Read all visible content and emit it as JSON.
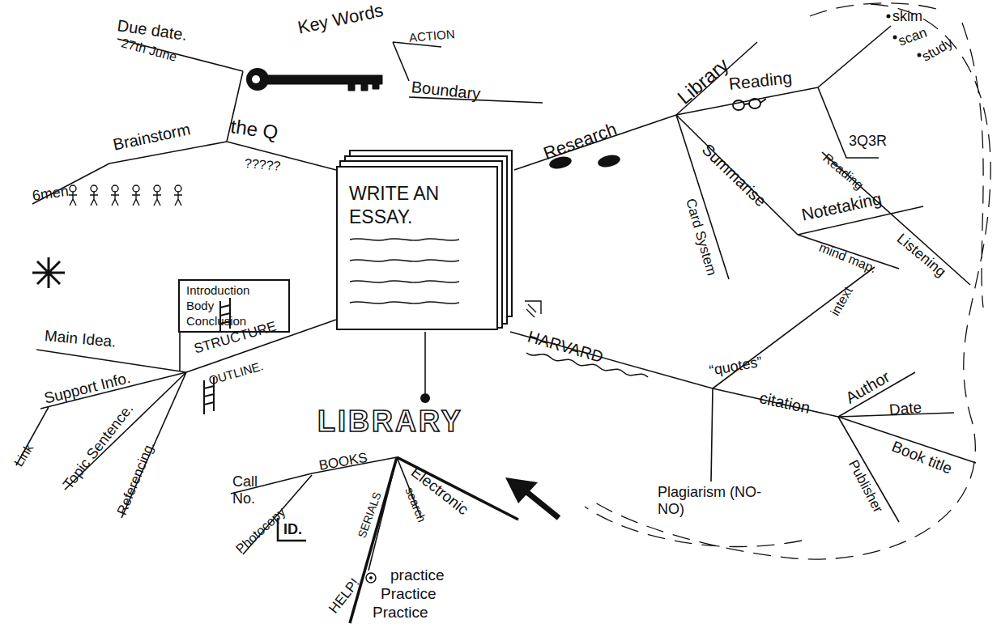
{
  "diagram": {
    "nodes": [
      {
        "text": [
          "WRITE AN ESSAY."
        ]
      },
      {
        "text": [
          "Introduction Body Conclusion"
        ]
      }
    ],
    "labels": [
      "Due date.",
      "27th June",
      "Key Words",
      "ACTION",
      "Boundary",
      "Brainstorm",
      "the Q",
      "?????",
      "6men",
      "Main Idea.",
      "STRUCTURE",
      "OUTLINE.",
      "Support Info.",
      "Link",
      "Topic Sentence.",
      "Referencing.",
      "LIBRARY",
      "Call No.",
      "BOOKS",
      "Electronic",
      "Photocopy",
      "ID.",
      "SERIALS",
      "search",
      "HELP!",
      "practice",
      "Practice",
      "Practice",
      "Research",
      "Library",
      "Reading",
      "skim",
      "scan",
      "study",
      "3Q3R",
      "Card System",
      "Summarise",
      "Notetaking",
      "Reading",
      "Listening",
      "mind map.",
      "HARVARD",
      "“quotes”",
      "intext",
      "citation",
      "Author",
      "Date",
      "Book title",
      "Publisher",
      "Plagiarism (NO-NO)"
    ]
  }
}
